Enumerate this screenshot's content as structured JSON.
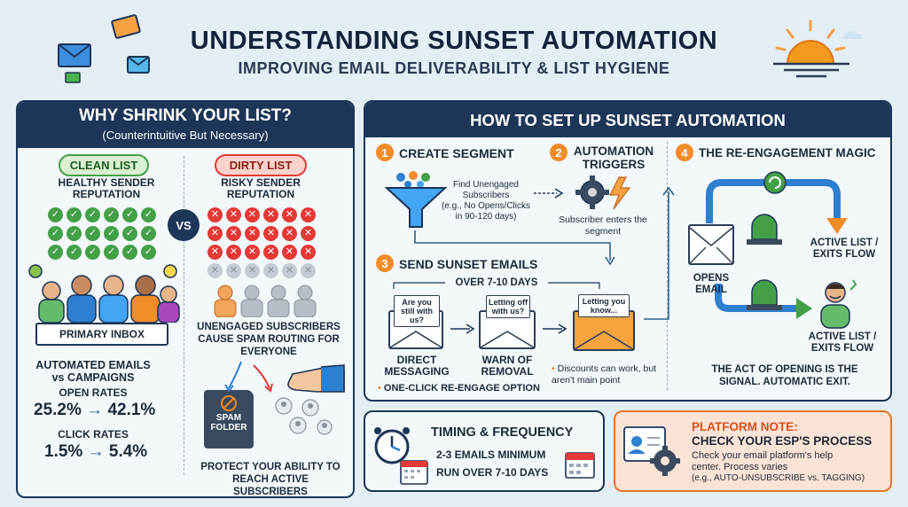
{
  "header": {
    "title": "UNDERSTANDING SUNSET AUTOMATION",
    "subtitle": "IMPROVING EMAIL DELIVERABILITY & LIST HYGIENE"
  },
  "left_panel": {
    "title": "WHY SHRINK YOUR LIST?",
    "subtitle": "(Counterintuitive But Necessary)",
    "clean": {
      "badge": "CLEAN LIST",
      "label": "HEALTHY SENDER REPUTATION",
      "inbox": "PRIMARY INBOX"
    },
    "vs": "VS",
    "dirty": {
      "badge": "DIRTY LIST",
      "label": "RISKY SENDER REPUTATION",
      "caption": "UNENGAGED SUBSCRIBERS CAUSE SPAM ROUTING FOR EVERYONE",
      "folder": "SPAM FOLDER"
    },
    "stats": {
      "heading": "AUTOMATED EMAILS vs CAMPAIGNS",
      "open_label": "OPEN RATES",
      "open_from": "25.2%",
      "open_to": "42.1%",
      "click_label": "CLICK RATES",
      "click_from": "1.5%",
      "click_to": "5.4%",
      "arrow": "→"
    },
    "protect": "PROTECT YOUR ABILITY TO REACH ACTIVE SUBSCRIBERS"
  },
  "right_panel": {
    "title": "HOW TO SET UP SUNSET AUTOMATION",
    "step1": {
      "num": "1",
      "title": "CREATE SEGMENT",
      "desc1": "Find Unengaged Subscribers",
      "desc2": "(e.g., No Opens/Clicks in 90-120 days)"
    },
    "step2": {
      "num": "2",
      "title": "AUTOMATION TRIGGERS",
      "desc": "Subscriber enters the segment"
    },
    "step3": {
      "num": "3",
      "title": "SEND SUNSET EMAILS",
      "over": "OVER 7-10 DAYS",
      "email1_note": "Are you still with us?",
      "email2_note": "Letting off with us?",
      "email3_note": "Letting you know...",
      "email1_label": "DIRECT MESSAGING",
      "email2_label": "WARN OF REMOVAL",
      "option": "ONE-CLICK RE-ENGAGE OPTION",
      "discount": "Discounts can work, but aren't main point"
    },
    "step4": {
      "num": "4",
      "title": "THE RE-ENGAGEMENT MAGIC",
      "opens": "OPENS EMAIL",
      "active1": "ACTIVE LIST / EXITS FLOW",
      "active2": "ACTIVE LIST / EXITS FLOW",
      "signal": "THE ACT OF OPENING IS THE SIGNAL. AUTOMATIC EXIT."
    }
  },
  "timing": {
    "title": "TIMING & FREQUENCY",
    "line1": "2-3 EMAILS MINIMUM",
    "line2": "RUN OVER 7-10 DAYS"
  },
  "platform": {
    "title": "PLATFORM NOTE:",
    "subtitle": "CHECK YOUR ESP'S PROCESS",
    "desc": "Check your email platform's help center. Process varies",
    "example": "(e.g., AUTO-UNSUBSCRIBE vs. TAGGING)"
  },
  "colors": {
    "navy": "#1d3557",
    "orange": "#f28c28",
    "green": "#43a047",
    "red": "#e53935",
    "blue": "#2f7fd1"
  },
  "icons": [
    "envelope-icon",
    "sun-icon",
    "funnel-icon",
    "gear-icon",
    "lightning-icon",
    "siren-icon",
    "clock-icon",
    "calendar-icon",
    "spam-folder-icon",
    "hand-icon"
  ]
}
